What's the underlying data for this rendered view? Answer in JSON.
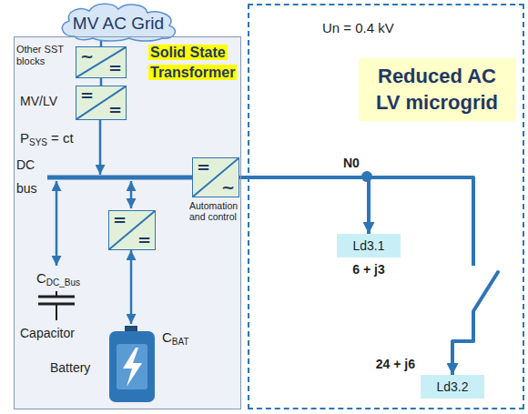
{
  "diagram": {
    "nodes": [
      {
        "text": [
          "MV AC Grid"
        ]
      },
      {
        "text": [
          "Solid State Transformer"
        ]
      },
      {
        "text": [
          "~",
          "="
        ],
        "in": 1
      },
      {
        "text": [
          "=",
          "="
        ],
        "in": 1
      },
      {
        "text": [
          "=",
          "~"
        ],
        "in": 1
      },
      {
        "text": [
          "=",
          "="
        ],
        "in": 1
      },
      {
        "text": [
          "Un = 0.4 kV"
        ]
      },
      {
        "text": [
          "Reduced AC LV microgrid"
        ],
        "in": 6
      },
      {
        "text": [
          "Ld3.1",
          "6 + j3"
        ],
        "in": 6
      },
      {
        "text": [
          "Ld3.2",
          "24 + j6"
        ],
        "in": 6
      }
    ],
    "edges": [
      {
        "from": 0,
        "to": 2,
        "arrow": "none"
      },
      {
        "from": 2,
        "to": 3,
        "arrow": "none"
      },
      {
        "from": 4,
        "to": 8,
        "arrow": "to"
      },
      {
        "from": 4,
        "to": 9,
        "arrow": "to"
      }
    ],
    "labels": [
      "Other SST blocks",
      "MV/LV",
      "P",
      "SYS",
      "= ct",
      "DC bus",
      "Automation and control",
      "C",
      "DC_Bus",
      "Capacitor",
      "C",
      "BAT",
      "Battery",
      "N0"
    ]
  }
}
